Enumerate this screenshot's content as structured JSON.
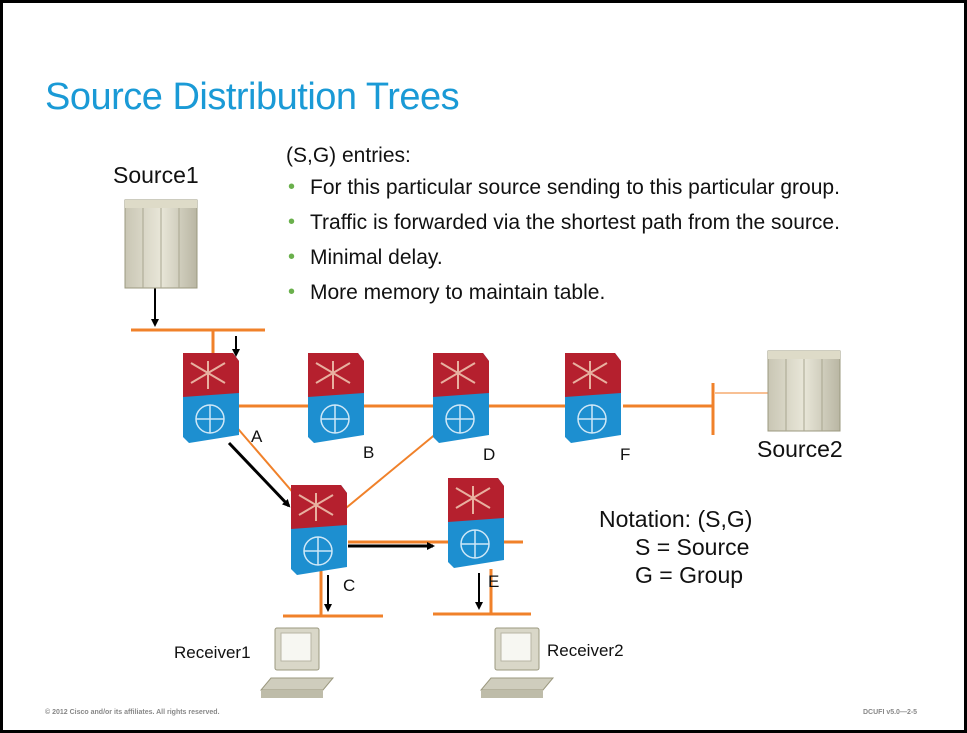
{
  "slide": {
    "title": "Source Distribution Trees",
    "entries_heading": "(S,G) entries:",
    "bullets": [
      "For this particular source sending to this particular group.",
      "Traffic is forwarded via the shortest path from the source.",
      "Minimal delay.",
      "More memory to maintain table."
    ],
    "footer_left": "© 2012 Cisco and/or its affiliates. All rights reserved.",
    "footer_right": "DCUFI v5.0—2-5"
  },
  "diagram": {
    "source1": "Source1",
    "source2": "Source2",
    "receiver1": "Receiver1",
    "receiver2": "Receiver2",
    "router_labels": {
      "a": "A",
      "b": "B",
      "c": "C",
      "d": "D",
      "e": "E",
      "f": "F"
    }
  },
  "notation": {
    "heading": "Notation: (S,G)",
    "s_line": "S = Source",
    "g_line": "G = Group"
  },
  "colors": {
    "title": "#1a9ad6",
    "link": "#f0812a",
    "bullet": "#6ab04c",
    "router_top": "#b5202e",
    "router_bottom": "#1d8fd0"
  }
}
